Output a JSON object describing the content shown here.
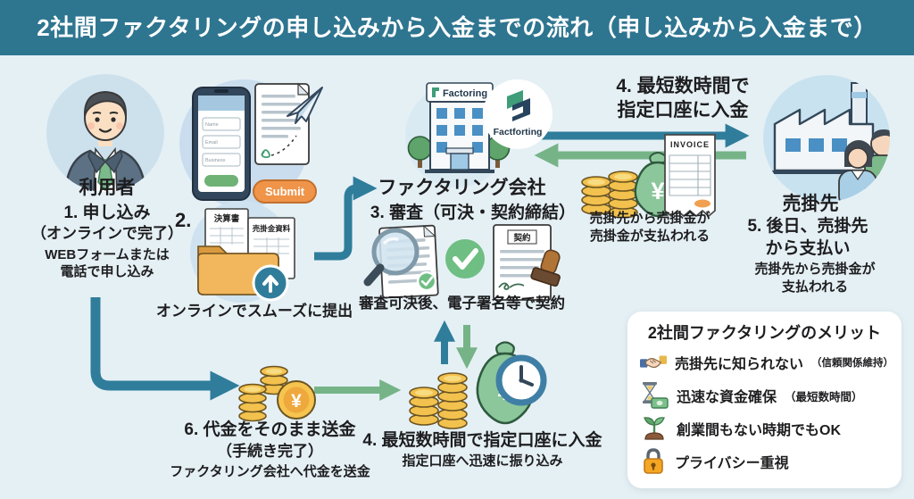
{
  "title": "2社間ファクタリングの申し込みから入金までの流れ（申し込みから入金まで）",
  "user": {
    "label": "利用者",
    "step_no": "1. 申し込み",
    "step_note": "（オンラインで完了）",
    "desc_line1": "WEBフォームまたは",
    "desc_line2": "電話で申し込み"
  },
  "application": {
    "phone_fields": [
      "Name",
      "Email",
      "Business"
    ],
    "submit_label": "Submit"
  },
  "step2": {
    "number": "2.",
    "doc_left": "決算書",
    "doc_right": "売掛金資料",
    "caption": "オンラインでスムーズに提出"
  },
  "company": {
    "label": "ファクタリング会社",
    "building_sign": "Factoring",
    "logo_text": "Factforting",
    "step3": "3. 審査（可決・契約締結）",
    "contract_label": "契約",
    "caption": "審査可決後、電子署名等で契約"
  },
  "payout_top": {
    "line1": "4. 最短数時間で",
    "line2": "指定口座に入金",
    "invoice_label": "INVOICE",
    "caption_line1": "売掛先から売掛金が",
    "caption_line2": "売掛金が支払われる"
  },
  "seller": {
    "label": "売掛先",
    "step5_line1": "5. 後日、売掛先",
    "step5_line2": "から支払い",
    "desc_line1": "売掛先から売掛金が",
    "desc_line2": "支払われる"
  },
  "remit": {
    "step6_line1": "6. 代金をそのまま送金",
    "step6_line2": "（手続き完了）",
    "desc": "ファクタリング会社へ代金を送金"
  },
  "payout_bottom": {
    "line1": "4. 最短数時間で指定口座に入金",
    "line2": "指定口座へ迅速に振り込み"
  },
  "merits": {
    "title": "2社間ファクタリングのメリット",
    "items": [
      {
        "icon": "handshake-icon",
        "text": "売掛先に知られない",
        "note": "（信頼関係維持）"
      },
      {
        "icon": "hourglass-money-icon",
        "text": "迅速な資金確保",
        "note": "（最短数時間）"
      },
      {
        "icon": "sprout-icon",
        "text": "創業間もない時期でもOK",
        "note": ""
      },
      {
        "icon": "lock-icon",
        "text": "プライバシー重視",
        "note": ""
      }
    ]
  },
  "symbols": {
    "yen": "¥"
  },
  "colors": {
    "header_bg": "#2E7590",
    "background": "#E5F0F5",
    "arrow_blue": "#2F7D9B",
    "arrow_green": "#76B488",
    "coin_gold": "#F2C14E",
    "bag_green": "#8CC79C",
    "accent_orange": "#EF9449"
  }
}
